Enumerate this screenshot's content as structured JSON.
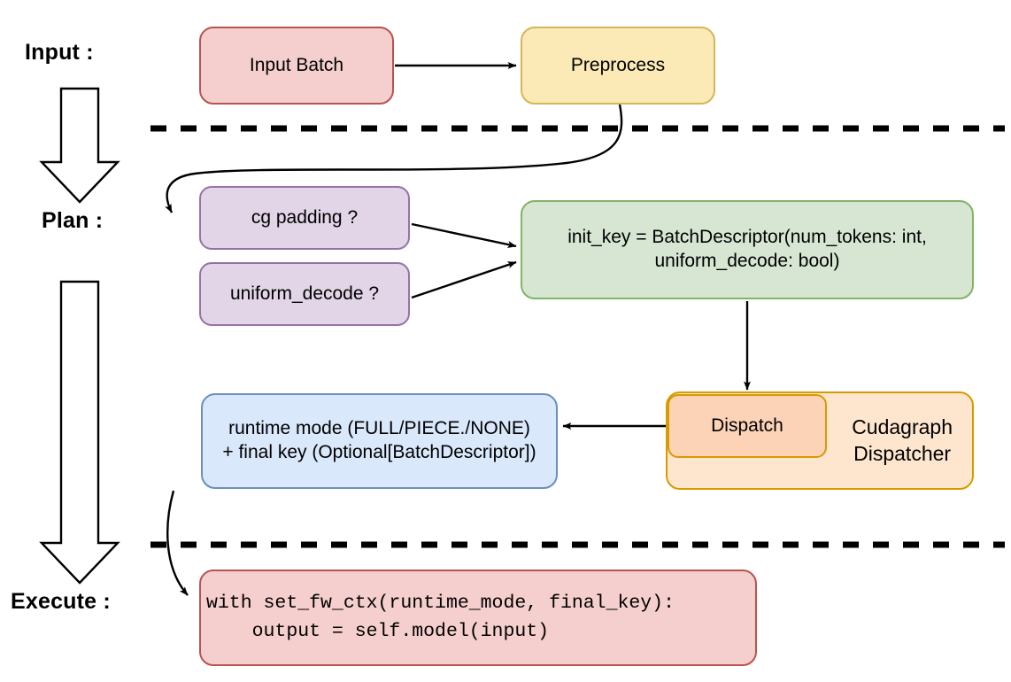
{
  "diagram": {
    "title_stages": [
      {
        "id": "input",
        "label": "Input :"
      },
      {
        "id": "plan",
        "label": "Plan :"
      },
      {
        "id": "execute",
        "label": "Execute :"
      }
    ],
    "nodes": {
      "input_batch": {
        "label": "Input Batch",
        "fill": "#f5cfcd",
        "stroke": "#b85450"
      },
      "preprocess": {
        "label": "Preprocess",
        "fill": "#fbe9b6",
        "stroke": "#d6b656"
      },
      "cg_padding": {
        "label": "cg padding ?",
        "fill": "#e1d5e7",
        "stroke": "#9673a6"
      },
      "uniform_decode": {
        "label": "uniform_decode ?",
        "fill": "#e1d5e7",
        "stroke": "#9673a6"
      },
      "init_key": {
        "label": "init_key = BatchDescriptor(num_tokens: int,\nuniform_decode: bool)",
        "fill": "#d6e6d3",
        "stroke": "#82b366"
      },
      "runtime_mode": {
        "label": "runtime mode (FULL/PIECE./NONE)\n+ final key (Optional[BatchDescriptor])",
        "fill": "#dae8fc",
        "stroke": "#6c8ebf"
      },
      "cudagraph_dispatcher": {
        "label": "Cudagraph\nDispatcher",
        "fill": "#fde6cd",
        "stroke": "#d79b00"
      },
      "dispatch": {
        "label": "Dispatch",
        "fill": "#fdd3b8",
        "stroke": "#d79b00"
      },
      "execute_code": {
        "label": "with set_fw_ctx(runtime_mode, final_key):\n    output = self.model(input)",
        "fill": "#f5cfcd",
        "stroke": "#b85450"
      }
    },
    "separators": [
      {
        "id": "input-plan-divider",
        "style": "dashed"
      },
      {
        "id": "plan-execute-divider",
        "style": "dashed"
      }
    ],
    "flow_arrows": [
      {
        "from": "input_batch",
        "to": "preprocess"
      },
      {
        "from": "preprocess",
        "to": "cg_padding"
      },
      {
        "from": "cg_padding",
        "to": "init_key"
      },
      {
        "from": "uniform_decode",
        "to": "init_key"
      },
      {
        "from": "init_key",
        "to": "dispatch"
      },
      {
        "from": "dispatch",
        "to": "runtime_mode"
      },
      {
        "from": "runtime_mode",
        "to": "execute_code"
      }
    ],
    "stage_arrows": [
      {
        "id": "input-to-plan-arrow"
      },
      {
        "id": "plan-to-execute-arrow"
      }
    ],
    "colors": {
      "edge": "#000000",
      "divider": "#000000",
      "text": "#000000",
      "background": "#ffffff"
    }
  }
}
